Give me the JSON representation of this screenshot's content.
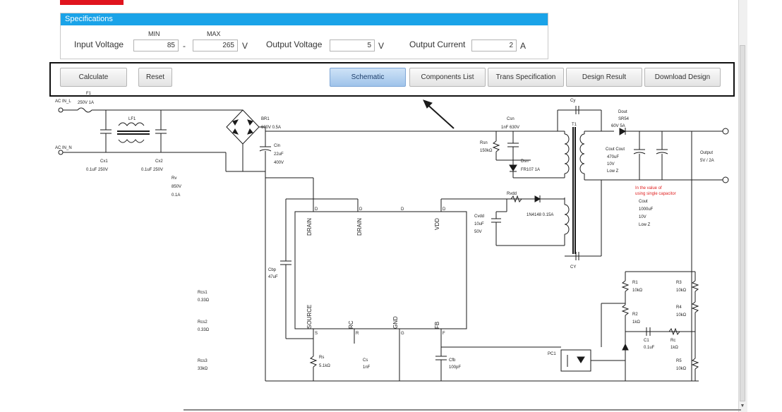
{
  "spec_panel": {
    "title": "Specifications",
    "min_label": "MIN",
    "max_label": "MAX",
    "input_voltage_label": "Input Voltage",
    "input_min_value": "85",
    "range_dash": "-",
    "input_max_value": "265",
    "input_unit": "V",
    "output_voltage_label": "Output Voltage",
    "output_voltage_value": "5",
    "output_voltage_unit": "V",
    "output_current_label": "Output Current",
    "output_current_value": "2",
    "output_current_unit": "A"
  },
  "toolbar": {
    "calculate": "Calculate",
    "reset": "Reset",
    "schematic": "Schematic",
    "components_list": "Components List",
    "trans_specification": "Trans Specification",
    "design_result": "Design Result",
    "download_design": "Download Design"
  },
  "schematic": {
    "ac_l": "AC IN_L",
    "ac_n": "AC IN_N",
    "fuse": "F1",
    "fuse_rating": "250V 1A",
    "lf1": "LF1",
    "cx1": "Cx1",
    "cx1_val": "0.1uF  250V",
    "cx2": "Cx2",
    "cx2_val": "0.1uF  250V",
    "rv": "Rv",
    "rv_val1": "850V",
    "rv_val2": "0.1A",
    "bridge": "BR1",
    "bridge_rating": "600V  0.5A",
    "cin": "Cin",
    "cin_val1": "22uF",
    "cin_val2": "400V",
    "csn": "Csn",
    "csn_val": "1nF  630V",
    "rsn": "Rsn",
    "rsn_val": "150kΩ",
    "dsn": "Dsn",
    "dsn_val": "FR107  1A",
    "t1": "T1",
    "cy": "Cy",
    "cy2": "CY",
    "dout": "Dout",
    "dout_part": "SR54",
    "dout_val": "60V  5A",
    "cout": "Cout  Cout",
    "cout_val1": "470uF",
    "cout_val2": "10V",
    "cout_val3": "Low Z",
    "output_label": "Output",
    "output_val": "5V / 2A",
    "red_note_1": "In the value of",
    "red_note_2": "using single capacitor",
    "cout3": "Cout",
    "cout3_val1": "1000uF",
    "cout3_val2": "10V",
    "cout3_val3": "Low Z",
    "ic_drain1": "DRAIN",
    "ic_drain2": "DRAIN",
    "ic_vdd": "VDD",
    "ic_source": "SOURCE",
    "ic_fb": "FB",
    "ic_gnd": "GND",
    "ic_rc": "RC",
    "pin_d1": "D",
    "pin_d2": "D",
    "pin_d3": "D",
    "pin_d4": "D",
    "pin_s": "S",
    "pin_f": "F",
    "pin_r": "R",
    "pin_g": "G",
    "cvdd": "Cvdd",
    "cvdd_val1": "10uF",
    "cvdd_val2": "50V",
    "rvdd": "Rvdd",
    "dvdd_val": "1N4148  0.15A",
    "cbp": "Cbp",
    "cbp_val": "47uF",
    "rcs1": "Rcs1",
    "rcs1_val": "0.33Ω",
    "rcs2": "Rcs2",
    "rcs2_val": "0.33Ω",
    "rcs3": "Rcs3",
    "rcs3_val": "33kΩ",
    "rs": "Rs",
    "rs_val": "5.1kΩ",
    "cs": "Cs",
    "cs_val": "1nF",
    "cfb": "Cfb",
    "cfb_val": "100pF",
    "opto": "PC1",
    "r1": "R1",
    "r1_val": "10kΩ",
    "r2": "R2",
    "r2_val": "1kΩ",
    "r3": "R3",
    "r3_val": "10kΩ",
    "r4": "R4",
    "r4_val": "10kΩ",
    "r5": "R5",
    "r5_val": "10kΩ",
    "c1": "C1",
    "c1_val": "0.1uF",
    "rc": "Rc",
    "rc_val": "1kΩ"
  },
  "colors": {
    "header_blue": "#1aa3e8",
    "brand_red": "#e0141e",
    "active_button": "#9fc3ea",
    "note_red": "#e02020"
  }
}
